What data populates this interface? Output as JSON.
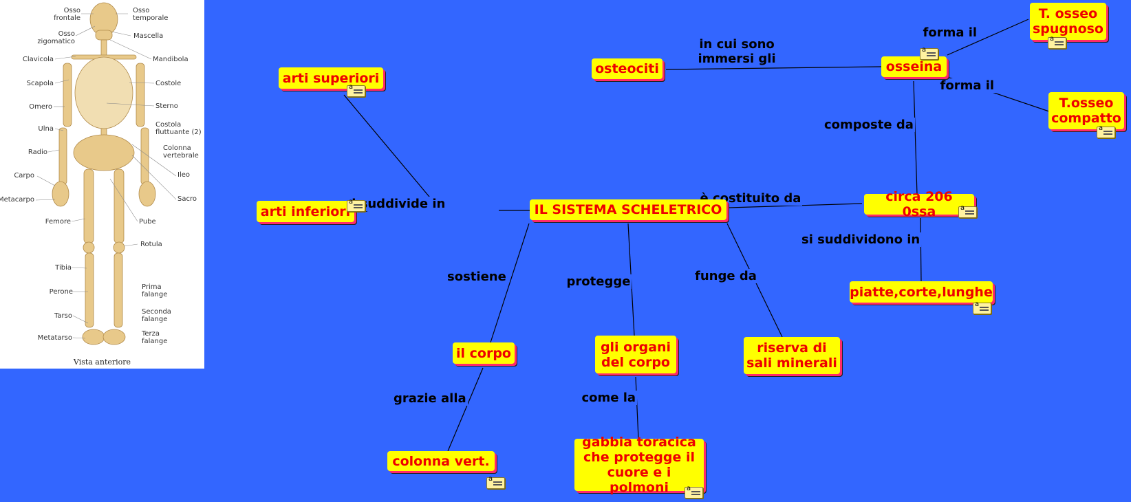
{
  "concepts": {
    "main": "IL SISTEMA SCHELETRICO",
    "arti_superiori": "arti superiori",
    "arti_inferiori": "arti inferiori",
    "il_corpo": "il corpo",
    "colonna_vert": "colonna vert.",
    "gli_organi": "gli organi\ndel corpo",
    "gabbia": "gabbia toracica\nche protegge il\ncuore e i polmoni",
    "riserva": "riserva di\nsali minerali",
    "circa_206": "circa 206 0ssa",
    "piatte": "piatte,corte,lunghe",
    "osseina": "osseina",
    "osteociti": "osteociti",
    "spugnoso": "T. osseo\nspugnoso",
    "compatto": "T.osseo\ncompatto"
  },
  "phrases": {
    "si_suddivide_in": "si suddivide in",
    "sostiene": "sostiene",
    "grazie_alla": "grazie alla",
    "protegge": "protegge",
    "come_la": "come la",
    "funge_da": "funge da",
    "e_costituito_da": "è costituito da",
    "si_suddividono_in": "si suddividono in",
    "composte_da": "composte da",
    "in_cui_sono_immersi_gli": "in cui sono\nimmersi gli",
    "forma_il_1": "forma il",
    "forma_il_2": "forma il"
  },
  "skeleton": {
    "labels_left": {
      "osso_frontale": "Osso\nfrontale",
      "osso_zigomatico": "Osso\nzigomatico",
      "clavicola": "Clavicola",
      "scapola": "Scapola",
      "omero": "Omero",
      "ulna": "Ulna",
      "radio": "Radio",
      "carpo": "Carpo",
      "metacarpo": "Metacarpo",
      "femore": "Femore",
      "tibia": "Tibia",
      "perone": "Perone",
      "tarso": "Tarso",
      "metatarso": "Metatarso"
    },
    "labels_right": {
      "osso_temporale": "Osso\ntemporale",
      "mascella": "Mascella",
      "mandibola": "Mandibola",
      "costole": "Costole",
      "sterno": "Sterno",
      "costola_fluttuante": "Costola\nfluttuante (2)",
      "colonna_vertebrale": "Colonna\nvertebrale",
      "ileo": "Ileo",
      "sacro": "Sacro",
      "pube": "Pube",
      "rotula": "Rotula",
      "prima_falange": "Prima\nfalange",
      "seconda_falange": "Seconda\nfalange",
      "terza_falange": "Terza\nfalange"
    },
    "caption": "Vista anteriore"
  },
  "colors": {
    "background": "#3366ff",
    "concept_fill": "#ffff00",
    "concept_text": "#ee0000",
    "shadow": "#ff2a6a",
    "bone": "#e8c98a"
  }
}
